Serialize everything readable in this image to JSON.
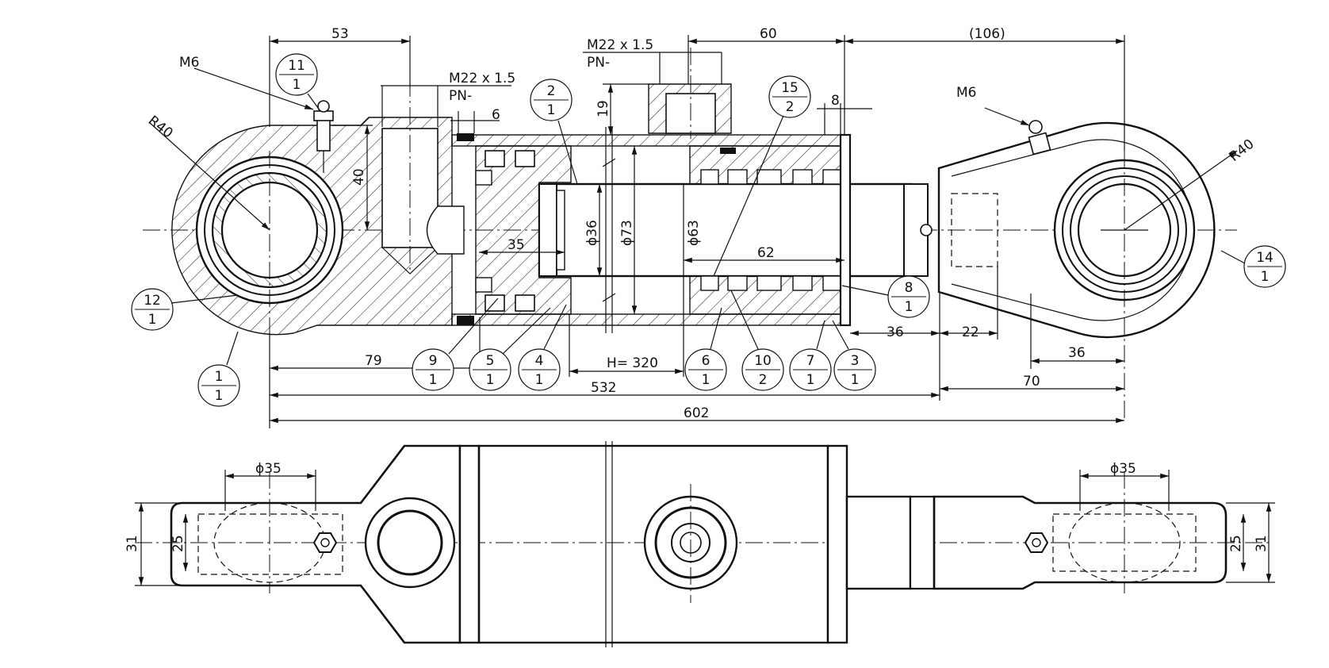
{
  "dimensions": {
    "d53": "53",
    "d60": "60",
    "d106": "(106)",
    "d6": "6",
    "d8": "8",
    "d19": "19",
    "d40": "40",
    "d35": "35",
    "d62": "62",
    "d36a": "36",
    "d22": "22",
    "d36b": "36",
    "d79": "79",
    "dH": "H= 320",
    "d532": "532",
    "d70": "70",
    "d602": "602",
    "dia36": "ϕ36",
    "dia73": "ϕ73",
    "dia63": "ϕ63",
    "dia35_left": "ϕ35",
    "dia35_right": "ϕ35",
    "d31_left": "31",
    "d25_left": "25",
    "d25_right": "25",
    "d31_right": "31"
  },
  "notes": {
    "m6_left": "M6",
    "m6_right": "M6",
    "r40_left": "R40",
    "r40_right": "R40",
    "port_left_thread": "M22 x 1.5",
    "port_left_pn": "PN-",
    "port_top_thread": "M22 x 1.5",
    "port_top_pn": "PN-"
  },
  "balloons": [
    {
      "top": "11",
      "bottom": "1"
    },
    {
      "top": "2",
      "bottom": "1"
    },
    {
      "top": "15",
      "bottom": "2"
    },
    {
      "top": "14",
      "bottom": "1"
    },
    {
      "top": "12",
      "bottom": "1"
    },
    {
      "top": "1",
      "bottom": "1"
    },
    {
      "top": "9",
      "bottom": "1"
    },
    {
      "top": "5",
      "bottom": "1"
    },
    {
      "top": "4",
      "bottom": "1"
    },
    {
      "top": "6",
      "bottom": "1"
    },
    {
      "top": "10",
      "bottom": "2"
    },
    {
      "top": "7",
      "bottom": "1"
    },
    {
      "top": "3",
      "bottom": "1"
    },
    {
      "top": "8",
      "bottom": "1"
    }
  ]
}
